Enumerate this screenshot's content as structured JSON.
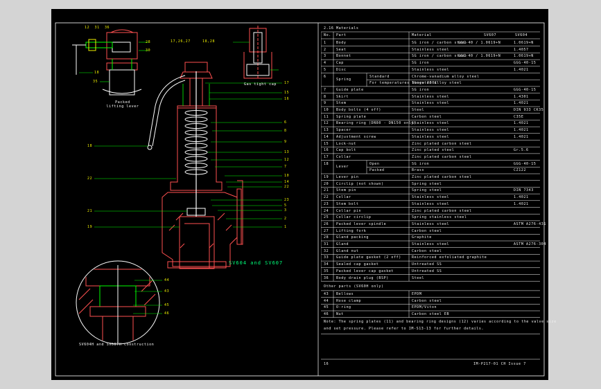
{
  "drawing": {
    "main_caption": "SV604 and SV607",
    "detail_caption": "SV604H and SV607H construction",
    "lever_caption": "Packed lifting lever",
    "cap_caption": "Gas tight cap",
    "top_labels": [
      "17,26,27",
      "18,28"
    ],
    "left_detail_labels": [
      "12",
      "31",
      "36",
      "28",
      "30",
      "18",
      "35"
    ],
    "right_labels": [
      "17",
      "15",
      "16",
      "6",
      "8",
      "9",
      "13",
      "12",
      "7",
      "10",
      "14",
      "22",
      "23",
      "5",
      "3",
      "2",
      "1"
    ],
    "left_labels": [
      "18",
      "22",
      "21",
      "19"
    ],
    "detail_right_labels": [
      "44",
      "43",
      "45",
      "46"
    ]
  },
  "table": {
    "header": {
      "ref": "2.16",
      "part": "Materials",
      "material": "",
      "sv607": "",
      "sv604": ""
    },
    "columns": {
      "no": "No.",
      "part": "Part",
      "material": "Material",
      "sv607": "SV607",
      "sv604": "SV604"
    },
    "rows": [
      {
        "no": "1",
        "part": "Body",
        "material": "SG iron / carbon steel",
        "std": "GGG-40 / 1.0619+N",
        "std2": "1.0619+N"
      },
      {
        "no": "2",
        "part": "Seat",
        "material": "Stainless steel",
        "std": "",
        "std2": "1.4057"
      },
      {
        "no": "3",
        "part": "Bonnet",
        "material": "SG iron / carbon steel",
        "std": "GGG-40 / 1.0619+N",
        "std2": "1.0619+N"
      },
      {
        "no": "4",
        "part": "Cap",
        "material": "SG iron",
        "std": "",
        "std2": "GGG-40-15"
      },
      {
        "no": "5",
        "part": "Disc",
        "material": "Stainless steel",
        "std": "",
        "std2": "1.4021"
      },
      {
        "no": "6",
        "part": "Spring",
        "sub": [
          "Standard",
          "For temperatures above 230C"
        ],
        "material": "Chrome-vanadium alloy steel",
        "material2": "Tungsten alloy steel",
        "std": "",
        "std2": ""
      },
      {
        "no": "7",
        "part": "Guide plate",
        "material": "SG iron",
        "std": "",
        "std2": "GGG-40-15"
      },
      {
        "no": "8",
        "part": "Skirt",
        "material": "Stainless steel",
        "std": "",
        "std2": "1.4301"
      },
      {
        "no": "9",
        "part": "Stem",
        "material": "Stainless steel",
        "std": "",
        "std2": "1.4021"
      },
      {
        "no": "10",
        "part": "Body bolts (4 off)",
        "material": "Steel",
        "std": "",
        "std2": "DIN 933 CK35"
      },
      {
        "no": "11",
        "part": "Spring plate",
        "material": "Carbon steel",
        "std": "",
        "std2": "C35E"
      },
      {
        "no": "12",
        "part": "Bearing ring (DN80 - DN150 only)",
        "material": "Stainless steel",
        "std": "",
        "std2": "1.4021"
      },
      {
        "no": "13",
        "part": "Spacer",
        "material": "Stainless steel",
        "std": "",
        "std2": "1.4021"
      },
      {
        "no": "14",
        "part": "Adjustment screw",
        "material": "Stainless steel",
        "std": "",
        "std2": "1.4021"
      },
      {
        "no": "15",
        "part": "Lock-nut",
        "material": "Zinc plated carbon steel",
        "std": "",
        "std2": ""
      },
      {
        "no": "16",
        "part": "Cap bolt",
        "material": "Zinc plated steel",
        "std": "",
        "std2": "Gr.5.6"
      },
      {
        "no": "17",
        "part": "Collar",
        "material": "Zinc plated carbon steel",
        "std": "",
        "std2": ""
      },
      {
        "no": "18",
        "part": "Lever",
        "sub": [
          "Open",
          "Packed"
        ],
        "material": "SG iron",
        "material2": "Brass",
        "std": "",
        "std2": "GGG-40-15",
        "std3": "CZ122"
      },
      {
        "no": "19",
        "part": "Lever pin",
        "material": "Zinc plated carbon steel",
        "std": "",
        "std2": ""
      },
      {
        "no": "20",
        "part": "Circlip (not shown)",
        "material": "Spring steel",
        "std": "",
        "std2": ""
      },
      {
        "no": "21",
        "part": "Stem pin",
        "material": "Spring steel",
        "std": "",
        "std2": "DIN 7343"
      },
      {
        "no": "22",
        "part": "Collar",
        "material": "Stainless steel",
        "std": "",
        "std2": "1.4021"
      },
      {
        "no": "23",
        "part": "Stem bolt",
        "material": "Stainless steel",
        "std": "",
        "std2": "1.4021"
      },
      {
        "no": "24",
        "part": "Collar pin",
        "material": "Zinc plated carbon steel",
        "std": "",
        "std2": ""
      },
      {
        "no": "25",
        "part": "Collar circlip",
        "material": "Spring stainless steel",
        "std": "",
        "std2": ""
      },
      {
        "no": "26",
        "part": "Packed lever spindle",
        "material": "Stainless steel",
        "std": "",
        "std2": "ASTM A276-431"
      },
      {
        "no": "27",
        "part": "Lifting fork",
        "material": "Carbon steel",
        "std": "",
        "std2": ""
      },
      {
        "no": "28",
        "part": "Gland packing",
        "material": "Graphite",
        "std": "",
        "std2": ""
      },
      {
        "no": "31",
        "part": "Gland",
        "material": "Stainless steel",
        "std": "",
        "std2": "ASTM A276-304"
      },
      {
        "no": "32",
        "part": "Gland nut",
        "material": "Carbon steel",
        "std": "",
        "std2": ""
      },
      {
        "no": "33",
        "part": "Guide plate gasket (2 off)",
        "material": "Reinforced exfoliated graphite",
        "std": "",
        "std2": ""
      },
      {
        "no": "34",
        "part": "Sealed cap gasket",
        "material": "Untreated SS",
        "std": "",
        "std2": ""
      },
      {
        "no": "35",
        "part": "Packed lever cap gasket",
        "material": "Untreated SS",
        "std": "",
        "std2": ""
      },
      {
        "no": "36",
        "part": "Body drain plug (BSP)",
        "material": "Steel",
        "std": "",
        "std2": ""
      }
    ],
    "other_header": "Other parts (SV60H only)",
    "other_rows": [
      {
        "no": "43",
        "part": "Bellows",
        "material": "EPDM"
      },
      {
        "no": "44",
        "part": "Hose clamp",
        "material": "Carbon steel"
      },
      {
        "no": "45",
        "part": "O-ring",
        "material": "EPDM/Viton"
      },
      {
        "no": "46",
        "part": "Nut",
        "material": "Carbon steel EB"
      }
    ],
    "note_line1": "Note: The spring plates (11) and bearing ring designs (12) varies according to the valve size",
    "note_line2": "and set pressure. Please refer to IM-S13-13 for further details.",
    "footer_left": "16",
    "footer_right": "IM-P217-01  CH Issue 7"
  },
  "colors": {
    "background": "#000000",
    "frame": "#ffffff",
    "leader": "#00ff00",
    "body_outline": "#ff5050",
    "spring": "#ffffff",
    "title": "#f0e060"
  }
}
